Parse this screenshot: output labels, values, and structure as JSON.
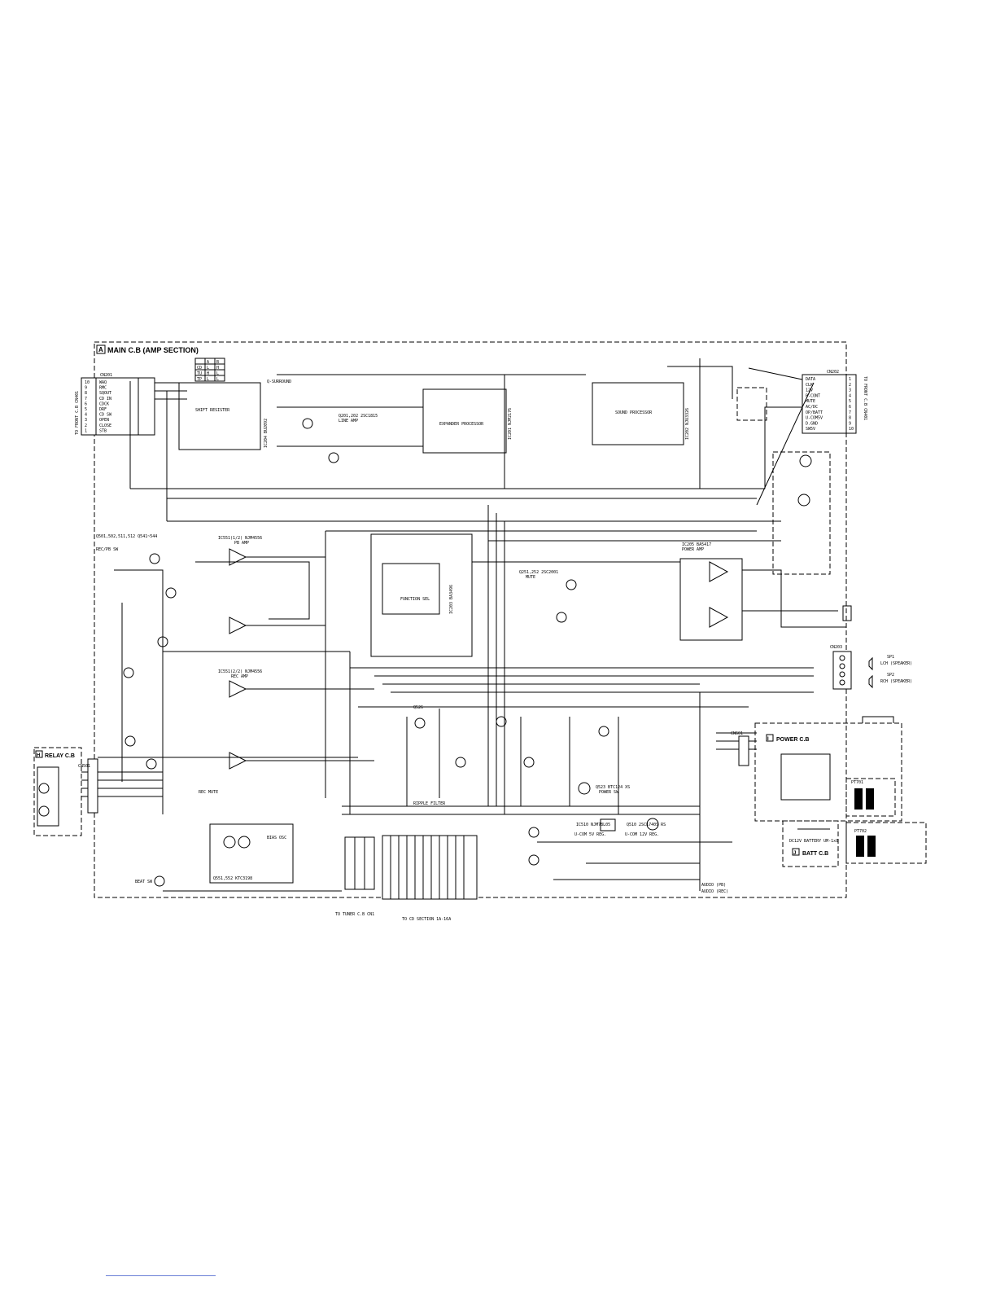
{
  "title": "MAIN C.B (AMP SECTION)",
  "title_tag": "A",
  "boards": {
    "relay": {
      "tag": "H",
      "label": "RELAY C.B"
    },
    "power": {
      "tag": "I",
      "label": "POWER C.B"
    },
    "batt": {
      "tag": "J",
      "label": "BATT C.B"
    }
  },
  "connectors": {
    "cn201": {
      "name": "CN201",
      "note": "TO FRONT C.B CN401",
      "pins": [
        {
          "num": "10",
          "sig": "WAQ"
        },
        {
          "num": "9",
          "sig": "RMC"
        },
        {
          "num": "8",
          "sig": "SQOUT"
        },
        {
          "num": "7",
          "sig": "CD IN"
        },
        {
          "num": "6",
          "sig": "CDCK"
        },
        {
          "num": "5",
          "sig": "DRF"
        },
        {
          "num": "4",
          "sig": "CD SW"
        },
        {
          "num": "3",
          "sig": "OPEN"
        },
        {
          "num": "2",
          "sig": "CLOSE"
        },
        {
          "num": "1",
          "sig": "STB"
        }
      ]
    },
    "cn202": {
      "name": "CN202",
      "note": "TO FRONT C.B CN401",
      "pins": [
        {
          "num": "1",
          "sig": "DATA"
        },
        {
          "num": "2",
          "sig": "CLK"
        },
        {
          "num": "3",
          "sig": "12V"
        },
        {
          "num": "4",
          "sig": "P-CONT"
        },
        {
          "num": "5",
          "sig": "MUTE"
        },
        {
          "num": "6",
          "sig": "AC/DC"
        },
        {
          "num": "7",
          "sig": "OP/BATT"
        },
        {
          "num": "8",
          "sig": "U-COM5V"
        },
        {
          "num": "9",
          "sig": "D.GND"
        },
        {
          "num": "10",
          "sig": "SW5V"
        }
      ]
    },
    "tuner": {
      "label": "TO TUNER C.B CN1"
    },
    "cd": {
      "label": "TO CD SECTION 1A-16A"
    }
  },
  "blocks": {
    "shift_register": {
      "ref": "IC204 BU2092",
      "label": "SHIFT RESISTER"
    },
    "expander": {
      "ref": "IC201 NJM2176",
      "label": "EXPANDER PROCESSOR"
    },
    "sound": {
      "ref": "IC202 NJU3326",
      "label": "SOUND PROCESSOR"
    },
    "function_sel": {
      "ref": "IC203 BA3496",
      "label": "FUNCTION SEL"
    },
    "power_amp": {
      "ref": "IC205 BA5417",
      "label": "POWER AMP"
    },
    "line_amp": {
      "ref": "Q201,202 2SC1815",
      "label": "LINE AMP"
    },
    "pb_amp": {
      "ref": "IC551(1/2) NJM4556",
      "label": "PB AMP"
    },
    "rec_amp": {
      "ref": "IC551(2/2) NJM4556",
      "label": "REC AMP"
    },
    "ripple": {
      "ref": "Q526",
      "label": "RIPPLE FILTER"
    },
    "bias_osc": {
      "ref": "Q551,552 KTC3198",
      "label": "BIAS OSC"
    },
    "power_sw": {
      "ref": "Q523 BTC124 XS",
      "label": "POWER SW"
    },
    "ucom_reg": {
      "ref": "IC510 NJM78L05",
      "label": "U-COM 5V REG."
    },
    "ucom12": {
      "ref": "Q510 2SC1740S RS",
      "label": "U-COM 12V REG."
    },
    "mute": {
      "ref": "Q251,252 2SC2001",
      "label": "MUTE"
    },
    "rec_pb_sw": {
      "ref": "Q501,502,511,512 Q541~544",
      "label": "REC/PB SW"
    }
  },
  "speakers": [
    {
      "ref": "SP1",
      "label": "LCH (SPEAKER)"
    },
    {
      "ref": "SP2",
      "label": "RCH (SPEAKER)"
    }
  ],
  "mode_table": {
    "headers": [
      "",
      "A",
      "B"
    ],
    "rows": [
      [
        "CD",
        "L",
        "H"
      ],
      [
        "TU",
        "H",
        "L"
      ],
      [
        "TP",
        "L",
        "L"
      ]
    ]
  },
  "misc": {
    "battery": "DC12V BATTERY UM-1x8",
    "audio_pb": "AUDIO (PB)",
    "audio_rec": "AUDIO (REC)",
    "beat_sw": "BEAT SW",
    "rec_mute": "REC MUTE",
    "q_surround": "Q-SURROUND",
    "cn203": "CN203",
    "cn501": "CN501",
    "cn601": "CN601",
    "pt701": "PT701",
    "pt702": "PT702"
  }
}
